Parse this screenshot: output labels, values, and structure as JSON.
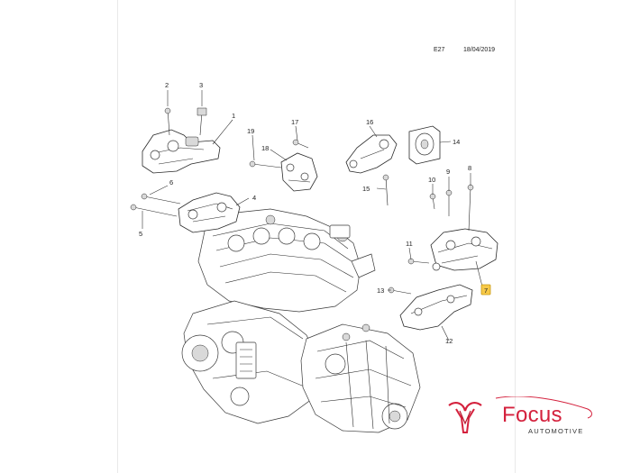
{
  "sheet": {
    "code": "E27",
    "date": "18/04/2019"
  },
  "callouts": {
    "c1": "1",
    "c2": "2",
    "c3": "3",
    "c4": "4",
    "c5": "5",
    "c6": "6",
    "c7": "7",
    "c8": "8",
    "c9": "9",
    "c10": "10",
    "c11": "11",
    "c12": "12",
    "c13": "13",
    "c14": "14",
    "c15": "15",
    "c16": "16",
    "c17": "17",
    "c18": "18",
    "c19": "19"
  },
  "highlighted_callout": "7",
  "colors": {
    "highlight": "#f7c948",
    "brand_red": "#d4213d"
  },
  "logo": {
    "name": "Focus",
    "sub": "AUTOMOTIVE"
  }
}
